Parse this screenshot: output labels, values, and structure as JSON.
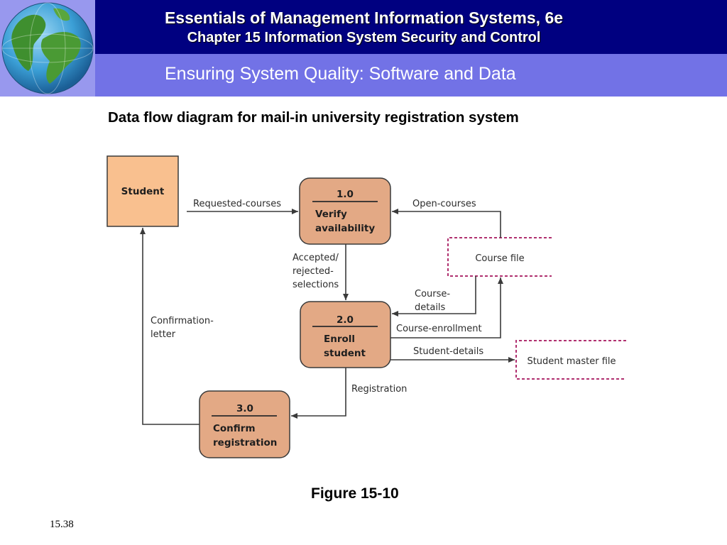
{
  "header": {
    "book_title": "Essentials of Management Information Systems, 6e",
    "chapter_title": "Chapter 15 Information System Security and Control",
    "slide_title": "Ensuring System Quality: Software and Data"
  },
  "caption": "Data flow diagram for mail-in university registration system",
  "figure_label": "Figure 15-10",
  "slide_number": "15.38",
  "colors": {
    "header_dark": "#000080",
    "header_light": "#7272e6",
    "process_fill": "#e3a985",
    "entity_fill": "#f9c08f",
    "store_border": "#b0306f",
    "arrow": "#3a3a3a"
  },
  "diagram": {
    "entity": {
      "label": "Student"
    },
    "processes": [
      {
        "number": "1.0",
        "line1": "Verify",
        "line2": "availability"
      },
      {
        "number": "2.0",
        "line1": "Enroll",
        "line2": "student"
      },
      {
        "number": "3.0",
        "line1": "Confirm",
        "line2": "registration"
      }
    ],
    "stores": [
      {
        "label": "Course file"
      },
      {
        "label": "Student master file"
      }
    ],
    "flows": {
      "requested_courses": "Requested-courses",
      "open_courses": "Open-courses",
      "accepted_line1": "Accepted/",
      "accepted_line2": "rejected-",
      "accepted_line3": "selections",
      "course_details_line1": "Course-",
      "course_details_line2": "details",
      "course_enrollment": "Course-enrollment",
      "student_details": "Student-details",
      "registration": "Registration",
      "confirmation_line1": "Confirmation-",
      "confirmation_line2": "letter"
    }
  }
}
